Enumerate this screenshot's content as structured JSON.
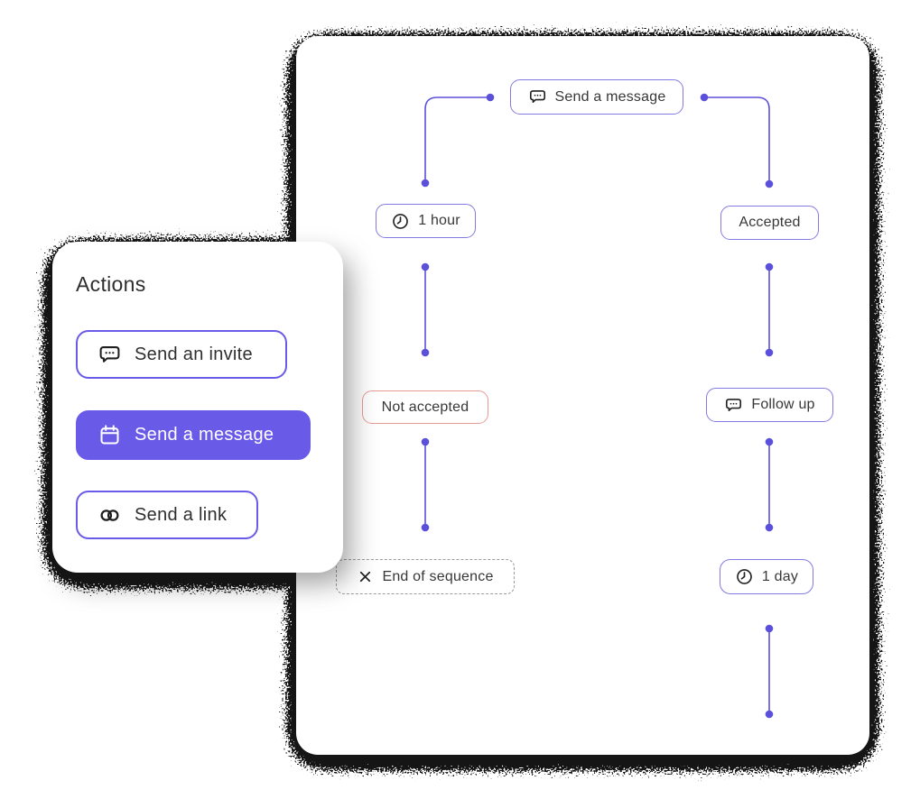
{
  "colors": {
    "accent": "#6A5AE8",
    "connector_line": "#5B50DA",
    "node_border": "#837AE3",
    "negative_node_border": "#E89B93",
    "end_node_border": "#9C9C9C",
    "text_dark": "#333333",
    "card_background": "#FFFFFF"
  },
  "actions_panel": {
    "title": "Actions",
    "buttons": [
      {
        "label": "Send an invite",
        "icon": "chat-bubble-icon",
        "variant": "outline"
      },
      {
        "label": "Send a message",
        "icon": "calendar-icon",
        "variant": "filled",
        "selected": true
      },
      {
        "label": "Send a link",
        "icon": "link-icon",
        "variant": "outline"
      }
    ]
  },
  "flow": {
    "nodes": [
      {
        "id": "send-a-message",
        "label": "Send a message",
        "icon": "chat-bubble-icon",
        "kind": "action"
      },
      {
        "id": "wait-1-hour",
        "label": "1 hour",
        "icon": "clock-icon",
        "kind": "delay"
      },
      {
        "id": "accepted",
        "label": "Accepted",
        "icon": null,
        "kind": "condition"
      },
      {
        "id": "not-accepted",
        "label": "Not accepted",
        "icon": null,
        "kind": "condition-negative"
      },
      {
        "id": "follow-up",
        "label": "Follow up",
        "icon": "chat-bubble-icon",
        "kind": "action"
      },
      {
        "id": "end-of-sequence",
        "label": "End of sequence",
        "icon": "x-icon",
        "kind": "end"
      },
      {
        "id": "wait-1-day",
        "label": "1 day",
        "icon": "clock-icon",
        "kind": "delay"
      }
    ],
    "edges": [
      {
        "from": "send-a-message",
        "to": "wait-1-hour"
      },
      {
        "from": "send-a-message",
        "to": "accepted"
      },
      {
        "from": "wait-1-hour",
        "to": "not-accepted"
      },
      {
        "from": "accepted",
        "to": "follow-up"
      },
      {
        "from": "not-accepted",
        "to": "end-of-sequence"
      },
      {
        "from": "follow-up",
        "to": "wait-1-day"
      },
      {
        "from": "wait-1-day",
        "to": null
      }
    ]
  }
}
